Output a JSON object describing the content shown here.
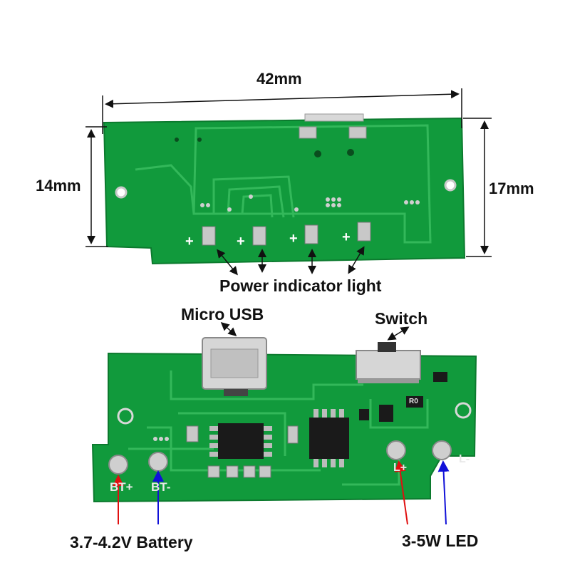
{
  "dimensions": {
    "width_label": "42mm",
    "left_height_label": "14mm",
    "right_height_label": "17mm"
  },
  "callouts": {
    "power_indicator": "Power indicator light",
    "micro_usb": "Micro USB",
    "switch": "Switch",
    "battery": "3.7-4.2V Battery",
    "led": "3-5W LED"
  },
  "silkscreen": {
    "plus": "+",
    "bt_plus": "BT+",
    "bt_minus": "BT-",
    "l_plus": "L+",
    "l_minus": "L-",
    "r0": "R0"
  },
  "colors": {
    "pcb": "#119a3c",
    "trace": "#33b85a",
    "pad": "#c8c8c8",
    "battery_arrow": "#e01010",
    "led_arrow": "#1010d8"
  }
}
